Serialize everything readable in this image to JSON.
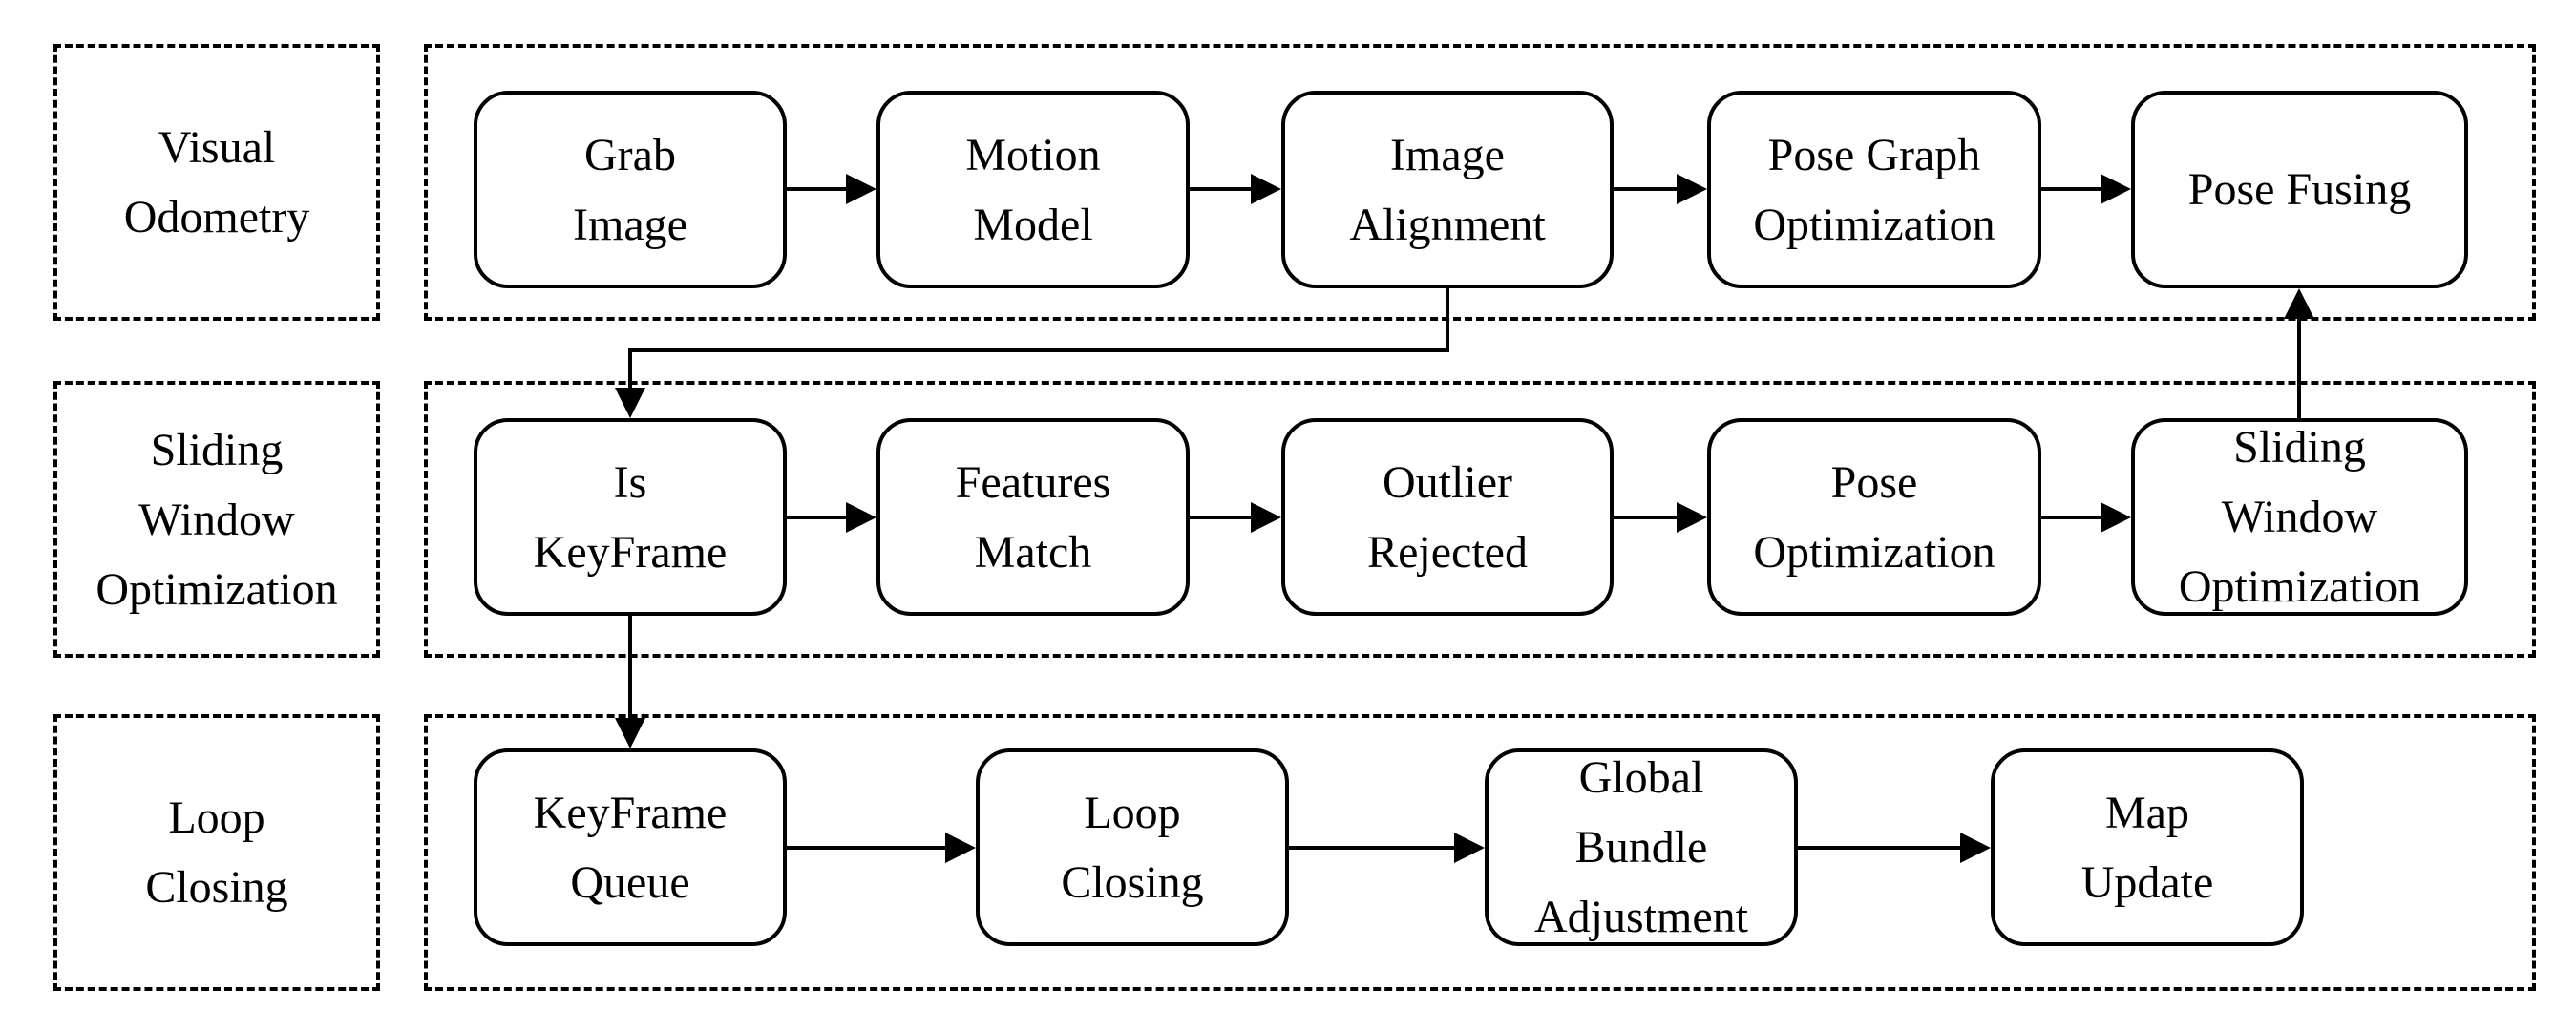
{
  "stage_labels": {
    "visual_odometry": "Visual\nOdometry",
    "sliding_window": "Sliding\nWindow\nOptimization",
    "loop_closing": "Loop\nClosing"
  },
  "visual_odometry": {
    "grab_image": "Grab\nImage",
    "motion_model": "Motion\nModel",
    "image_alignment": "Image\nAlignment",
    "pose_graph_optimization": "Pose Graph\nOptimization",
    "pose_fusing": "Pose Fusing"
  },
  "sliding_window": {
    "is_keyframe": "Is\nKeyFrame",
    "features_match": "Features\nMatch",
    "outlier_rejected": "Outlier\nRejected",
    "pose_optimization": "Pose\nOptimization",
    "sliding_window_optimization": "Sliding\nWindow\nOptimization"
  },
  "loop_closing": {
    "keyframe_queue": "KeyFrame\nQueue",
    "loop_closing_node": "Loop\nClosing",
    "global_bundle_adjustment": "Global\nBundle\nAdjustment",
    "map_update": "Map\nUpdate"
  },
  "colors": {
    "stroke": "#000000",
    "background": "#ffffff"
  }
}
